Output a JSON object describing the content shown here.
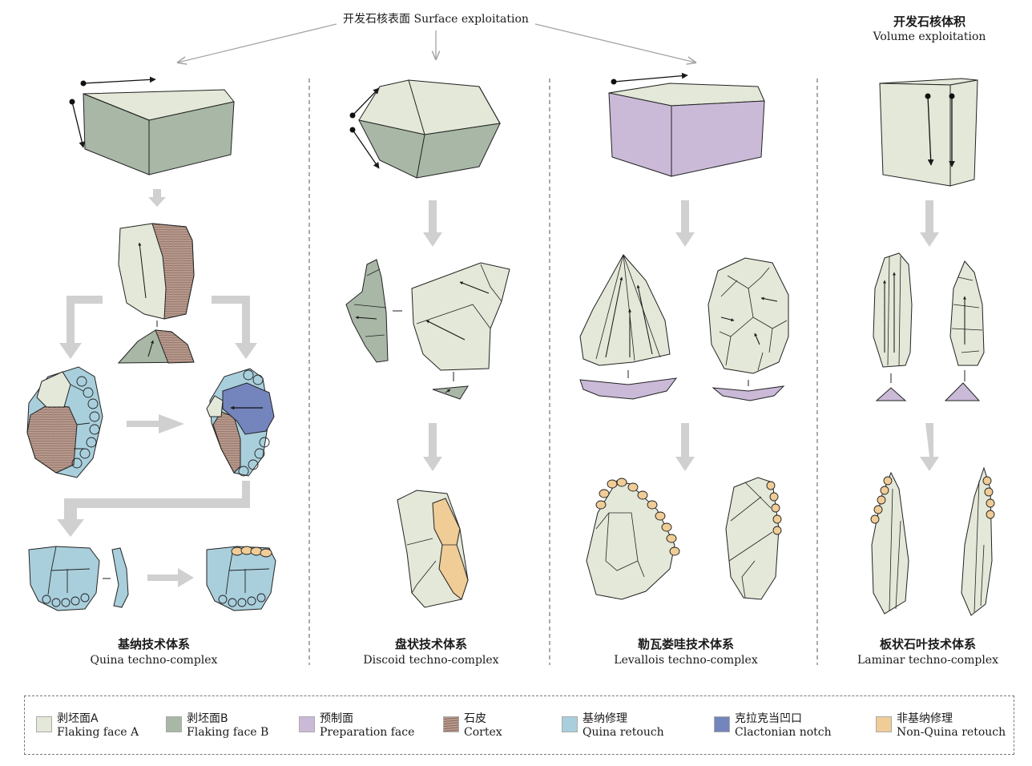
{
  "colors": {
    "flaking_a": "#e3e8d8",
    "flaking_b": "#a8b7a6",
    "preparation": "#cabad8",
    "cortex": "#b89b8e",
    "quina": "#a9cfdc",
    "clactonian": "#7484bd",
    "non_quina": "#f0cc96",
    "arrow_grey": "#d0d0d0"
  },
  "top": {
    "surface_label": "开发石核表面 Surface exploitation",
    "volume_cn": "开发石核体积",
    "volume_en": "Volume exploitation"
  },
  "columns": [
    {
      "cn": "基纳技术体系",
      "en": "Quina techno-complex"
    },
    {
      "cn": "盘状技术体系",
      "en": "Discoid techno-complex"
    },
    {
      "cn": "勒瓦娄哇技术体系",
      "en": "Levallois techno-complex"
    },
    {
      "cn": "板状石叶技术体系",
      "en": "Laminar techno-complex"
    }
  ],
  "legend": [
    {
      "cn": "剥坯面A",
      "en": "Flaking face A",
      "icon": "flaking-face-a-swatch"
    },
    {
      "cn": "剥坯面B",
      "en": "Flaking face B",
      "icon": "flaking-face-b-swatch"
    },
    {
      "cn": "预制面",
      "en": "Preparation face",
      "icon": "preparation-face-swatch"
    },
    {
      "cn": "石皮",
      "en": "Cortex",
      "icon": "cortex-swatch"
    },
    {
      "cn": "基纳修理",
      "en": "Quina retouch",
      "icon": "quina-retouch-swatch"
    },
    {
      "cn": "克拉克当凹口",
      "en": "Clactonian notch",
      "icon": "clactonian-notch-swatch"
    },
    {
      "cn": "非基纳修理",
      "en": "Non-Quina retouch",
      "icon": "non-quina-retouch-swatch"
    }
  ]
}
